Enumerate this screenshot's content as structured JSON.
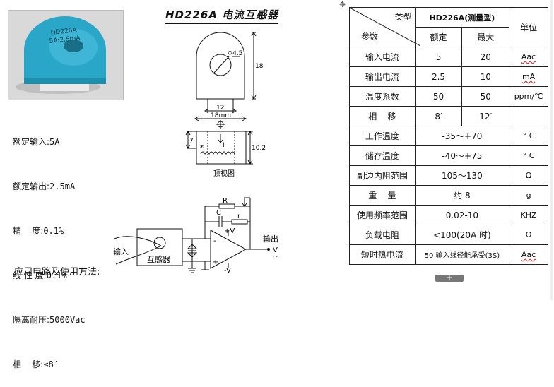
{
  "doc": {
    "title": "HD226A 电流互感器"
  },
  "photo": {
    "label_line1": "HD226A",
    "label_line2": "5A:2.5mA"
  },
  "specs_list": [
    {
      "label": "额定输入:",
      "value": "5A"
    },
    {
      "label": "额定输出:",
      "value": "2.5mA"
    },
    {
      "label": "精    度:",
      "value": "0.1%"
    },
    {
      "label": "线 性 度:",
      "value": "0.1%"
    },
    {
      "label": "隔离耐压:",
      "value": "5000Vac"
    },
    {
      "label": "相    移:",
      "value": "≤8′"
    }
  ],
  "drawing": {
    "hole_dia": "Φ4.5",
    "height": "18",
    "pin_span": "12",
    "width": "18mm",
    "side_height_small": "7",
    "side_height_large": "10.2",
    "current_label": "I",
    "dot_label": "*",
    "view_caption": "顶视图"
  },
  "circuit": {
    "R": "R",
    "C": "C",
    "r": "r",
    "plus_v": "+V",
    "minus_v": "-V",
    "minus": "-",
    "plus": "+",
    "input": "输入",
    "output": "输出",
    "out_v": "V",
    "tilde": "~",
    "ct_label": "互感器"
  },
  "application_label": "应用电路及使用方法:",
  "table": {
    "header": {
      "type_label": "类型",
      "param_label": "参数",
      "model": "HD226A(测量型)",
      "rated": "额定",
      "max": "最大",
      "unit": "单位"
    },
    "rows": [
      {
        "param": "输入电流",
        "rated": "5",
        "max": "20",
        "unit": "Aac"
      },
      {
        "param": "输出电流",
        "rated": "2.5",
        "max": "10",
        "unit": "mA"
      },
      {
        "param": "温度系数",
        "rated": "50",
        "max": "50",
        "unit": "ppm/℃"
      },
      {
        "param": "相    移",
        "rated": "8′",
        "max": "12′",
        "unit": ""
      },
      {
        "param": "工作温度",
        "span": "-35～+70",
        "unit": "° C"
      },
      {
        "param": "储存温度",
        "span": "-40～+75",
        "unit": "° C"
      },
      {
        "param": "副边内阻范围",
        "span": "105～130",
        "unit": "Ω"
      },
      {
        "param": "重    量",
        "span": "约 8",
        "unit": "g"
      },
      {
        "param": "使用频率范围",
        "span": "0.02-10",
        "unit": "KHZ"
      },
      {
        "param": "负载电阻",
        "span": "<100(20A 时)",
        "unit": "Ω"
      },
      {
        "param": "短时热电流",
        "span": "50 输入线径能承受(3S)",
        "unit": "Aac"
      }
    ]
  },
  "ui": {
    "move_handle": "✥",
    "drag_handle": "+"
  }
}
